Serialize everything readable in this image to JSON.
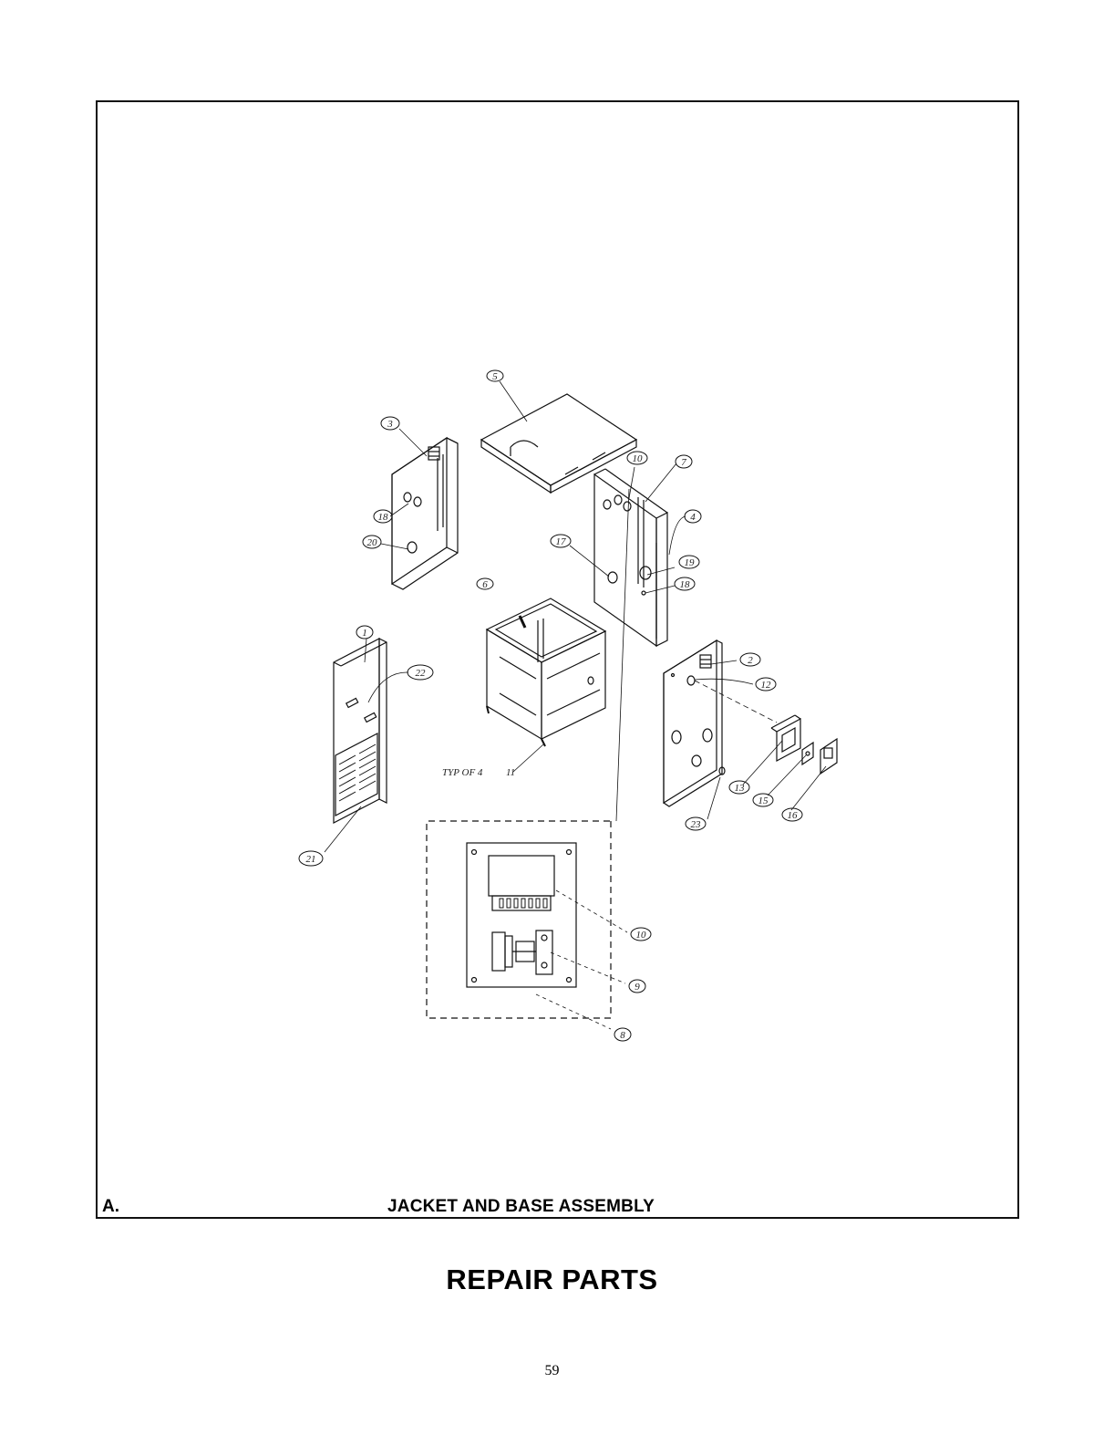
{
  "section_letter": "A.",
  "section_title": "JACKET AND BASE ASSEMBLY",
  "page_title": "REPAIR PARTS",
  "page_number": "59",
  "typ_note": "TYP OF 4",
  "callouts": {
    "c1": "1",
    "c2": "2",
    "c3": "3",
    "c4": "4",
    "c5": "5",
    "c6": "6",
    "c7": "7",
    "c8": "8",
    "c9": "9",
    "c10a": "10",
    "c10b": "10",
    "c11": "11",
    "c12": "12",
    "c13": "13",
    "c15": "15",
    "c16": "16",
    "c17": "17",
    "c18a": "18",
    "c18b": "18",
    "c19": "19",
    "c20": "20",
    "c21": "21",
    "c22": "22",
    "c23": "23"
  }
}
